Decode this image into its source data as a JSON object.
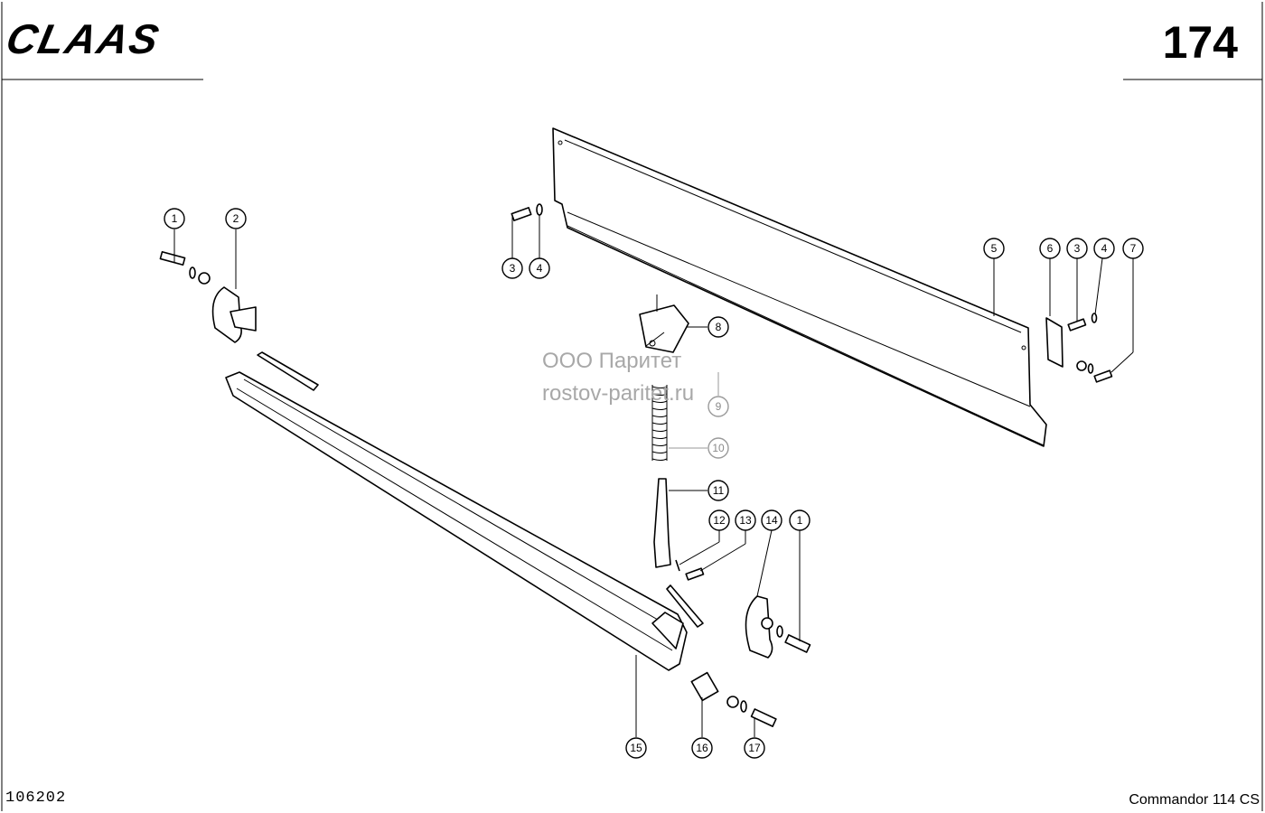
{
  "header": {
    "logo_text": "CLAAS",
    "page_number": "174"
  },
  "footer": {
    "drawing_number": "106202",
    "model": "Commandor 114 CS"
  },
  "watermark": {
    "line1": "ООО Паритет",
    "line2": "rostov-paritet.ru"
  },
  "callouts": [
    {
      "label": "1"
    },
    {
      "label": "2"
    },
    {
      "label": "3"
    },
    {
      "label": "4"
    },
    {
      "label": "5"
    },
    {
      "label": "6"
    },
    {
      "label": "3"
    },
    {
      "label": "4"
    },
    {
      "label": "7"
    },
    {
      "label": "8"
    },
    {
      "label": "9"
    },
    {
      "label": "10"
    },
    {
      "label": "11"
    },
    {
      "label": "12"
    },
    {
      "label": "13"
    },
    {
      "label": "14"
    },
    {
      "label": "1"
    },
    {
      "label": "15"
    },
    {
      "label": "16"
    },
    {
      "label": "17"
    }
  ]
}
